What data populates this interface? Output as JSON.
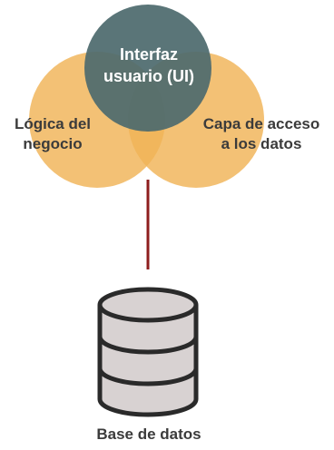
{
  "diagram": {
    "nodes": {
      "ui": {
        "line1": "Interfaz",
        "line2": "usuario (UI)"
      },
      "business_logic": {
        "line1": "Lógica del",
        "line2": "negocio"
      },
      "data_access": {
        "line1": "Capa de acceso",
        "line2": "a los datos"
      },
      "database": {
        "label": "Base de datos"
      }
    },
    "colors": {
      "ui_circle": "#4e6b6e",
      "side_circles": "#f0b357",
      "connector": "#8e1d1d",
      "db_fill": "#d8d2d2",
      "db_stroke": "#2a2a2a"
    }
  }
}
